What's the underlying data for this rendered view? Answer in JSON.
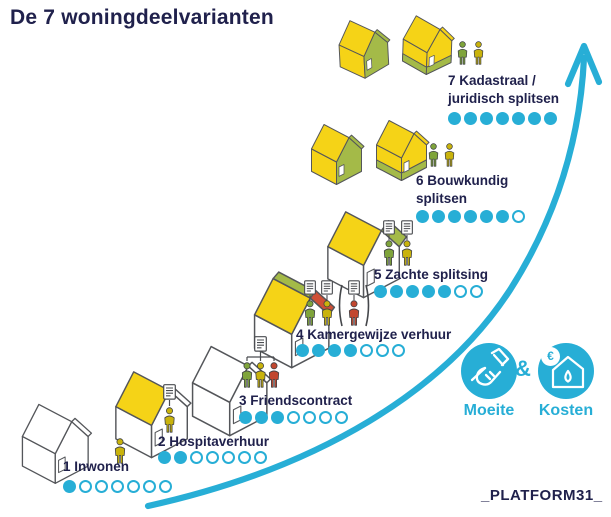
{
  "title": "De 7 woningdeelvarianten",
  "palette": {
    "cyan": "#27aed6",
    "yellow": "#f5d317",
    "green": "#a4ba48",
    "red": "#cf4f35",
    "navy": "#20214c",
    "outline": "#54565a",
    "person_green": "#7fa43b",
    "person_yellow": "#c9b30c",
    "person_red": "#c2472f"
  },
  "variants": [
    {
      "label": "1 Inwonen",
      "dots_filled": 1,
      "dots_total": 7
    },
    {
      "label": "2 Hospitaverhuur",
      "dots_filled": 2,
      "dots_total": 7
    },
    {
      "label": "3 Friendscontract",
      "dots_filled": 3,
      "dots_total": 7
    },
    {
      "label": "4 Kamergewijze verhuur",
      "dots_filled": 4,
      "dots_total": 7
    },
    {
      "label": "5 Zachte splitsing",
      "dots_filled": 5,
      "dots_total": 7
    },
    {
      "label": "6 Bouwkundig splitsen",
      "dots_filled": 6,
      "dots_total": 7
    },
    {
      "label": "7 Kadastraal / juridisch splitsen",
      "dots_filled": 7,
      "dots_total": 7
    }
  ],
  "legend": {
    "effort_label": "Moeite",
    "separator": "&",
    "cost_label": "Kosten",
    "euro_symbol": "€"
  },
  "footer": {
    "logo_text": "_PLATFORM31_"
  }
}
